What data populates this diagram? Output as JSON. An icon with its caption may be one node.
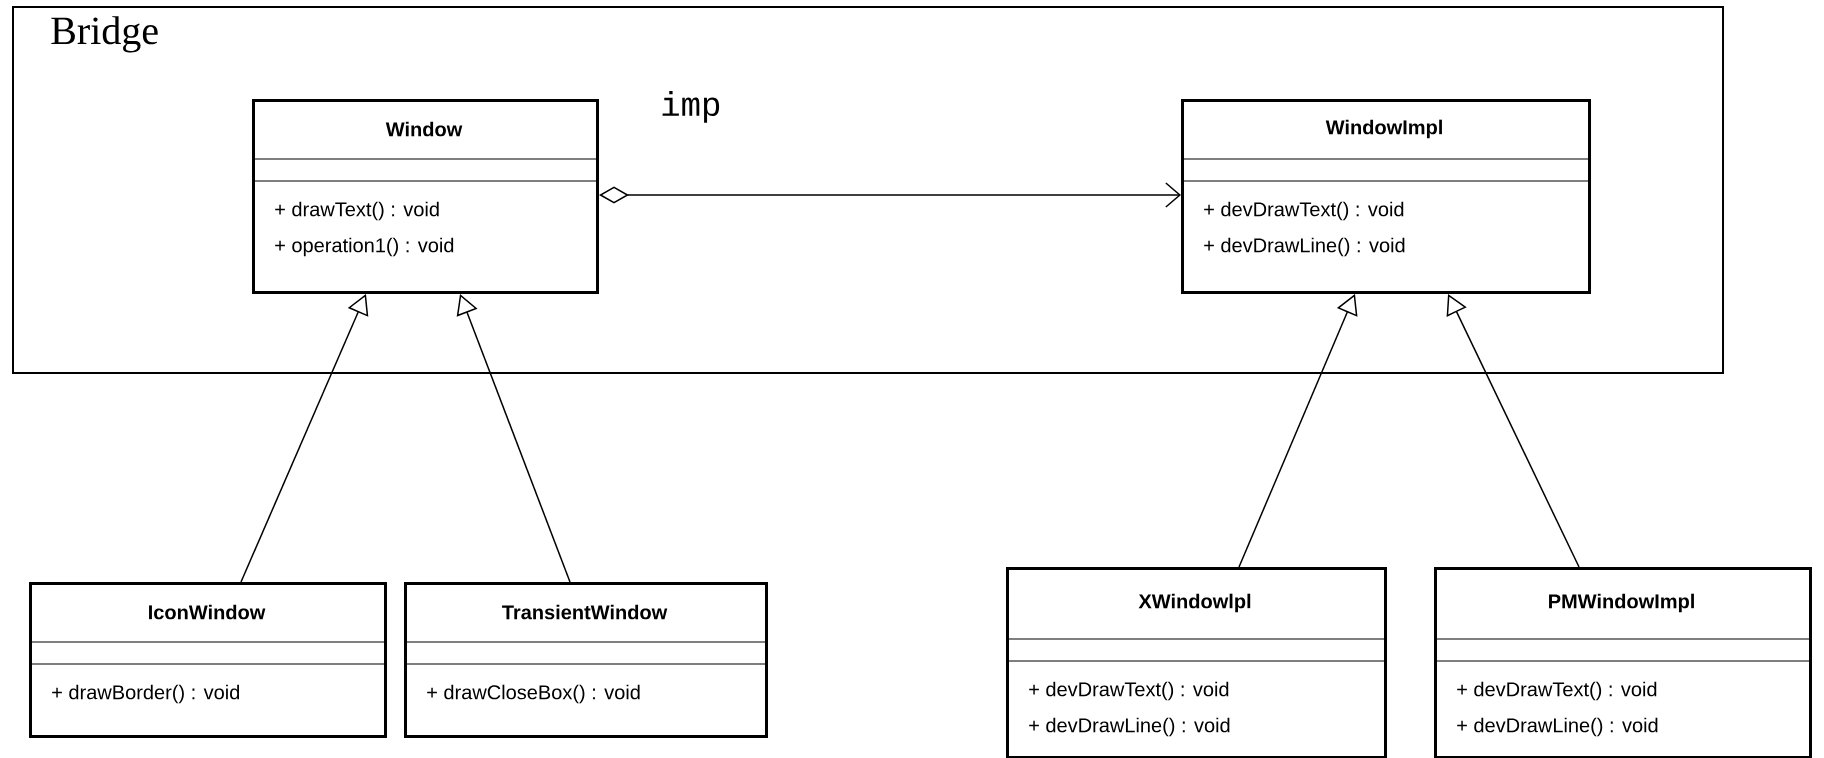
{
  "diagram": {
    "nodes": [
      {
        "text": [
          "Bridge"
        ]
      },
      {
        "text": [
          "Window",
          "+ drawText() : void",
          "+ operation1() : void"
        ],
        "in": 0
      },
      {
        "text": [
          "WindowImpl",
          "+ devDrawText() : void",
          "+ devDrawLine() : void"
        ],
        "in": 0
      },
      {
        "text": [
          "IconWindow",
          "+ drawBorder() : void"
        ]
      },
      {
        "text": [
          "TransientWindow",
          "+ drawCloseBox() : void"
        ]
      },
      {
        "text": [
          "XWindowlpl",
          "+ devDrawText() : void",
          "+ devDrawLine() : void"
        ]
      },
      {
        "text": [
          "PMWindowImpl",
          "+ devDrawText() : void",
          "+ devDrawLine() : void"
        ]
      }
    ],
    "edges": [
      {
        "from": 1,
        "to": 2,
        "arrow": "to",
        "label": "imp"
      },
      {
        "from": 3,
        "to": 1,
        "arrow": "to"
      },
      {
        "from": 4,
        "to": 1,
        "arrow": "to"
      },
      {
        "from": 5,
        "to": 2,
        "arrow": "to"
      },
      {
        "from": 6,
        "to": 2,
        "arrow": "to"
      }
    ]
  }
}
